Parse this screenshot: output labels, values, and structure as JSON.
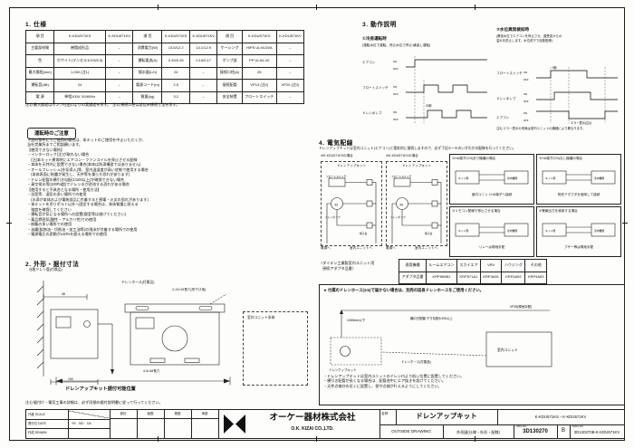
{
  "sections": {
    "s1": "1. 仕様",
    "s2": "2. 外形・据付寸法",
    "s3": "3. 動作説明",
    "s4": "4. 電気配線"
  },
  "spec": {
    "rows": [
      [
        "項 目",
        "K-KDU571KS",
        "K-KDU571KV",
        "項 目",
        "K-KDU571KS",
        "K-KDU571KV",
        "項 目",
        "K-KDU571KS",
        "K-KDU571KV"
      ],
      [
        "主要部材質",
        "樹脂成形品",
        "←",
        "消費電力(W)",
        "13.5/12.2",
        "14.1/12.9",
        "ケーシング",
        "HIPS UL94-5VA",
        "←"
      ],
      [
        "色",
        "ホワイト(マンセル10Y9/0.5)",
        "←",
        "運転電流(A)",
        "0.20/0.25",
        "0.19/0.17",
        "ポンプ部",
        "PP UL94-V0",
        "←"
      ],
      [
        "最大揚程(mm)",
        "1,000 (注1)",
        "←",
        "揚水量(L/h)",
        "24",
        "←",
        "接続口径(A)",
        "25",
        "←"
      ],
      [
        "運転音(dB)",
        "24",
        "←",
        "電源コード(m)",
        "2.5",
        "←",
        "接続配管",
        "VP13 (注2)",
        "VP20 (注2)"
      ],
      [
        "電 源",
        "単相100V, 50/60Hz",
        "←",
        "質量(kg)",
        "3.2",
        "←",
        "安全装置",
        "フロートスイッチ",
        "←"
      ]
    ],
    "note": "注1) 最大揚程はポンプ吐出口よりの実揚程を示す。　注2) 接続口径は差込み接続寸法を示す。"
  },
  "precautions": {
    "title": "運転時のご注意",
    "lines": [
      "下記の条件にてご使用の場合は、本キットのご使用を中止いただくか、",
      "当社営業所までご相談願います。",
      "【使用できない場所】",
      "・インターロック(注)が取れない場合",
      "　(注)本キット異常時にエアコン・ファンコイルを停止させる配線",
      "・本体を天井内に設置できない場合(本体は防滴構造ではありません)",
      "・オールフレッシュ(外気導入)等、室内温湿度が高い状態で使用する場合",
      "　(本体表面に結露が発生し、天井等を濡らす恐れがあります)",
      "・ドレン配管の横引き勾配(1/100以上)が確保できない場合",
      "・真空排水等(100Pa超)でドレン水が逆流する恐れがある場合",
      "【使用すると不具合となる場所・使用方法】",
      "・浴室等、湿気の多い場所での使用",
      "　(水滴が本体および電装部品に付着すると感電・火災の恐れがあります)",
      "・本キットを吊りボルト以外へ固定する場合は、本体質量に耐える",
      "　強度を確保してください",
      "・運転音が気になる場所への設置(寝室等は避けてください)",
      "・薬品雰囲気(酸性・アルカリ性)での使用",
      "・粉塵の多い場所での使用",
      "・油霧(鉱物油・切削油・加工油等)の飛沫が付着する場所での使用",
      "・電源電圧の変動が±10%を超える場所での使用"
    ]
  },
  "operation": {
    "c1": {
      "title": "①冷房運転時",
      "note": "(運転水位で運転、停止水位で停止:繰返し運転)",
      "rows": [
        "エアコン",
        "フロートスイッチ",
        "ドレンポンプ"
      ],
      "on": "ON",
      "off": "OFF",
      "t1": "20秒"
    },
    "c2": {
      "title": "②水位異常検知時",
      "note1": "(異常水位でエアコンを停止させ、露受皿からの",
      "note2": "溢れを防止します。水位低下で自動復帰)",
      "rows": [
        "フロートスイッチ",
        "ドレンポンプ",
        "エアコン"
      ],
      "on": "ON",
      "off": "OFF",
      "t1": "5秒",
      "err": "エラー表示(注3)",
      "note3": "注3) エラー表示の有無は室内ユニットの機種により異なります。"
    }
  },
  "wiring": {
    "intro": "ドレンアップキットは室内ユニット(エアコン)と電気的に接続しますので、必ず下記①〜④のいずれかの配線を行ってください。",
    "mini_left": "キット側",
    "mini_right": "室内機側",
    "kitA": {
      "caption": "※K-KDU571KSの場合",
      "box_label": "ドレンアップキット",
      "fs": "フロートスイッチ",
      "pump": "ドレンポンプ",
      "motor": "M",
      "tb": "端子台",
      "out1": "電源へ",
      "out2": "室内ユニットへ"
    },
    "kitB": {
      "caption": "※K-KDU571KVの場合",
      "box_label": "ドレンアップキット",
      "fs": "フロートスイッチ",
      "pump": "ドレンポンプ",
      "motor": "M",
      "tb": "端子台",
      "out1": "電源へ",
      "out2": "室内ユニットへ"
    },
    "boxes": [
      {
        "num": "①",
        "title": "HA端子(CN)あり機種の場合",
        "sub": "室内ユニットHA端子へ接続"
      },
      {
        "num": "②",
        "title": "HA端子(CN)なし機種の場合",
        "sub": "別売アダプタを使用して接続"
      },
      {
        "num": "③",
        "title": "リモコン配線で停止させる場合",
        "sub": "リレーは現地手配"
      },
      {
        "num": "④",
        "title": "警報出力を使用する場合",
        "sub": "ブザー等は現地手配"
      }
    ],
    "adapter_title1": "〈ダイキン工業製室内ユニット用",
    "adapter_title2": "　接続アダプタ品番〉",
    "adapter_rows": [
      [
        "適用機種",
        "ルームエアコン",
        "スカイエア",
        "VRV",
        "ハウジング",
        "その他"
      ],
      [
        "アダプタ品番",
        "KRP569B1",
        "KRP571A1",
        "KRP4A51",
        "KRP4A52",
        "KRP4A53"
      ]
    ]
  },
  "dims": {
    "cap_left": "化粧ドレン管(付属品)",
    "cap_hose": "ドレンホース(付属品)",
    "slot1": "2-13×15長穴(吊下げ用)",
    "slot2": "4-5×48長穴",
    "unit": "室内ユニット本体",
    "position": "ドレンアップキット据付可能位置",
    "d48": "48",
    "d100": "100",
    "note": "注1) 据付け・電気工事の詳細は、必ず同梱の据付説明書に従って行ってください。"
  },
  "starbox": {
    "title": "★ 付属のドレンホース(1m)で届かない場合は、別売の延長ドレンホースをご使用ください。",
    "kit": "ドレンアップキット",
    "unit": "室内ユニット",
    "riser": "1000mm以下",
    "pipe": "横引き配管:下り勾配1/100以上",
    "vp": "VP25(現地手配)",
    "hose": "ドレンホース(付属品)",
    "bullets": [
      "・ドレンアップキットは室内ユニットのドレン口より低い位置に設置してください。",
      "・横引き配管が長くなる場合は、配管途中にエア抜きを設けてください。",
      "・天井点検口の近くに設置し、保守点検が行えるようにしてください。"
    ]
  },
  "titleblock": {
    "scale_label": "尺度 SCALE",
    "date_label": "発行日 DATE",
    "date_cols": "YR　MO　DA",
    "drawn_label": "作成 DRAWN",
    "stamps": [
      "設計",
      "製図",
      "検図",
      "承認"
    ],
    "company": "オーケー器材株式会社",
    "company_en": "O.K. KIZAI CO.,LTD.",
    "name_label": "名称",
    "product": "ドレンアップキット",
    "models": "K-KDU571KS・K-KDU571KV",
    "type_en": "OUTSIDE DRAWING",
    "type_ja": "外形図(仕様・外形・配線)",
    "org_en": "ORG.NO",
    "org_no": "3D130270",
    "rev": "B",
    "dwg_en": "DWG.NO",
    "dwg_no": "3D130270B-K-KDU571KV"
  }
}
